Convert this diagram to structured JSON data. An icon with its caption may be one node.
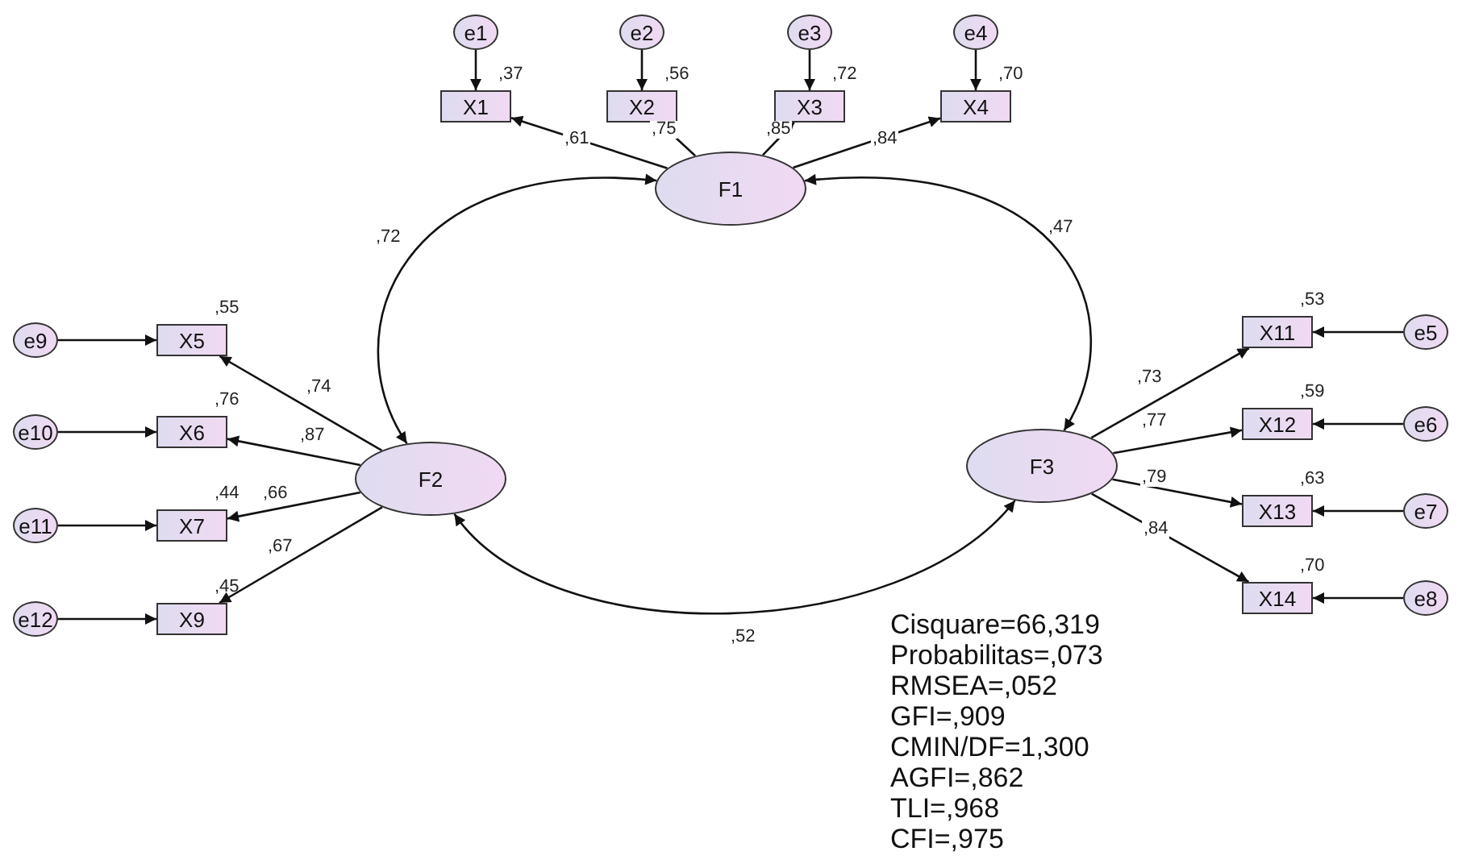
{
  "diagram": {
    "nodes": [
      {
        "text": [
          "e1"
        ]
      },
      {
        "text": [
          "e2"
        ]
      },
      {
        "text": [
          "e3"
        ]
      },
      {
        "text": [
          "e4"
        ]
      },
      {
        "text": [
          "X1"
        ],
        "beside": [
          ",37"
        ]
      },
      {
        "text": [
          "X2"
        ],
        "beside": [
          ",56"
        ]
      },
      {
        "text": [
          "X3"
        ],
        "beside": [
          ",72"
        ]
      },
      {
        "text": [
          "X4"
        ],
        "beside": [
          ",70"
        ]
      },
      {
        "text": [
          "F1"
        ]
      },
      {
        "text": [
          "e9"
        ]
      },
      {
        "text": [
          "X5"
        ],
        "beside": [
          ",55"
        ]
      },
      {
        "text": [
          "e10"
        ]
      },
      {
        "text": [
          "X6"
        ],
        "beside": [
          ",76"
        ]
      },
      {
        "text": [
          "e11"
        ]
      },
      {
        "text": [
          "X7"
        ],
        "beside": [
          ",44"
        ]
      },
      {
        "text": [
          "e12"
        ]
      },
      {
        "text": [
          "X9"
        ],
        "beside": [
          ",45"
        ]
      },
      {
        "text": [
          "F2"
        ]
      },
      {
        "text": [
          "X11"
        ],
        "beside": [
          ",53"
        ]
      },
      {
        "text": [
          "e5"
        ]
      },
      {
        "text": [
          "X12"
        ],
        "beside": [
          ",59"
        ]
      },
      {
        "text": [
          "e6"
        ]
      },
      {
        "text": [
          "X13"
        ],
        "beside": [
          ",63"
        ]
      },
      {
        "text": [
          "e7"
        ]
      },
      {
        "text": [
          "X14"
        ],
        "beside": [
          ",70"
        ]
      },
      {
        "text": [
          "e8"
        ]
      },
      {
        "text": [
          "F3"
        ]
      }
    ],
    "edges": [
      {
        "from": 0,
        "to": 4,
        "arrow": "to"
      },
      {
        "from": 1,
        "to": 5,
        "arrow": "to"
      },
      {
        "from": 2,
        "to": 6,
        "arrow": "to"
      },
      {
        "from": 3,
        "to": 7,
        "arrow": "to"
      },
      {
        "from": 8,
        "to": 4,
        "arrow": "to",
        "label": ",61"
      },
      {
        "from": 8,
        "to": 5,
        "arrow": "to",
        "label": ",75"
      },
      {
        "from": 8,
        "to": 6,
        "arrow": "to",
        "label": ",85"
      },
      {
        "from": 8,
        "to": 7,
        "arrow": "to",
        "label": ",84"
      },
      {
        "from": 9,
        "to": 10,
        "arrow": "to"
      },
      {
        "from": 11,
        "to": 12,
        "arrow": "to"
      },
      {
        "from": 13,
        "to": 14,
        "arrow": "to"
      },
      {
        "from": 15,
        "to": 16,
        "arrow": "to"
      },
      {
        "from": 17,
        "to": 10,
        "arrow": "to",
        "label": ",74"
      },
      {
        "from": 17,
        "to": 12,
        "arrow": "to",
        "label": ",87"
      },
      {
        "from": 17,
        "to": 14,
        "arrow": "to",
        "label": ",66"
      },
      {
        "from": 17,
        "to": 16,
        "arrow": "to",
        "label": ",67"
      },
      {
        "from": 19,
        "to": 18,
        "arrow": "to"
      },
      {
        "from": 21,
        "to": 20,
        "arrow": "to"
      },
      {
        "from": 23,
        "to": 22,
        "arrow": "to"
      },
      {
        "from": 25,
        "to": 24,
        "arrow": "to"
      },
      {
        "from": 26,
        "to": 18,
        "arrow": "to",
        "label": ",73"
      },
      {
        "from": 26,
        "to": 20,
        "arrow": "to",
        "label": ",77"
      },
      {
        "from": 26,
        "to": 22,
        "arrow": "to",
        "label": ",79"
      },
      {
        "from": 26,
        "to": 24,
        "arrow": "to",
        "label": ",84"
      },
      {
        "from": 8,
        "to": 17,
        "arrow": "both",
        "label": ",72"
      },
      {
        "from": 8,
        "to": 26,
        "arrow": "both",
        "label": ",47"
      },
      {
        "from": 17,
        "to": 26,
        "arrow": "both",
        "label": ",52"
      }
    ],
    "labels": [
      "Cisquare=66,319",
      "Probabilitas=,073",
      "RMSEA=,052",
      "GFI=,909",
      "CMIN/DF=1,300",
      "AGFI=,862",
      "TLI=,968",
      "CFI=,975"
    ]
  }
}
